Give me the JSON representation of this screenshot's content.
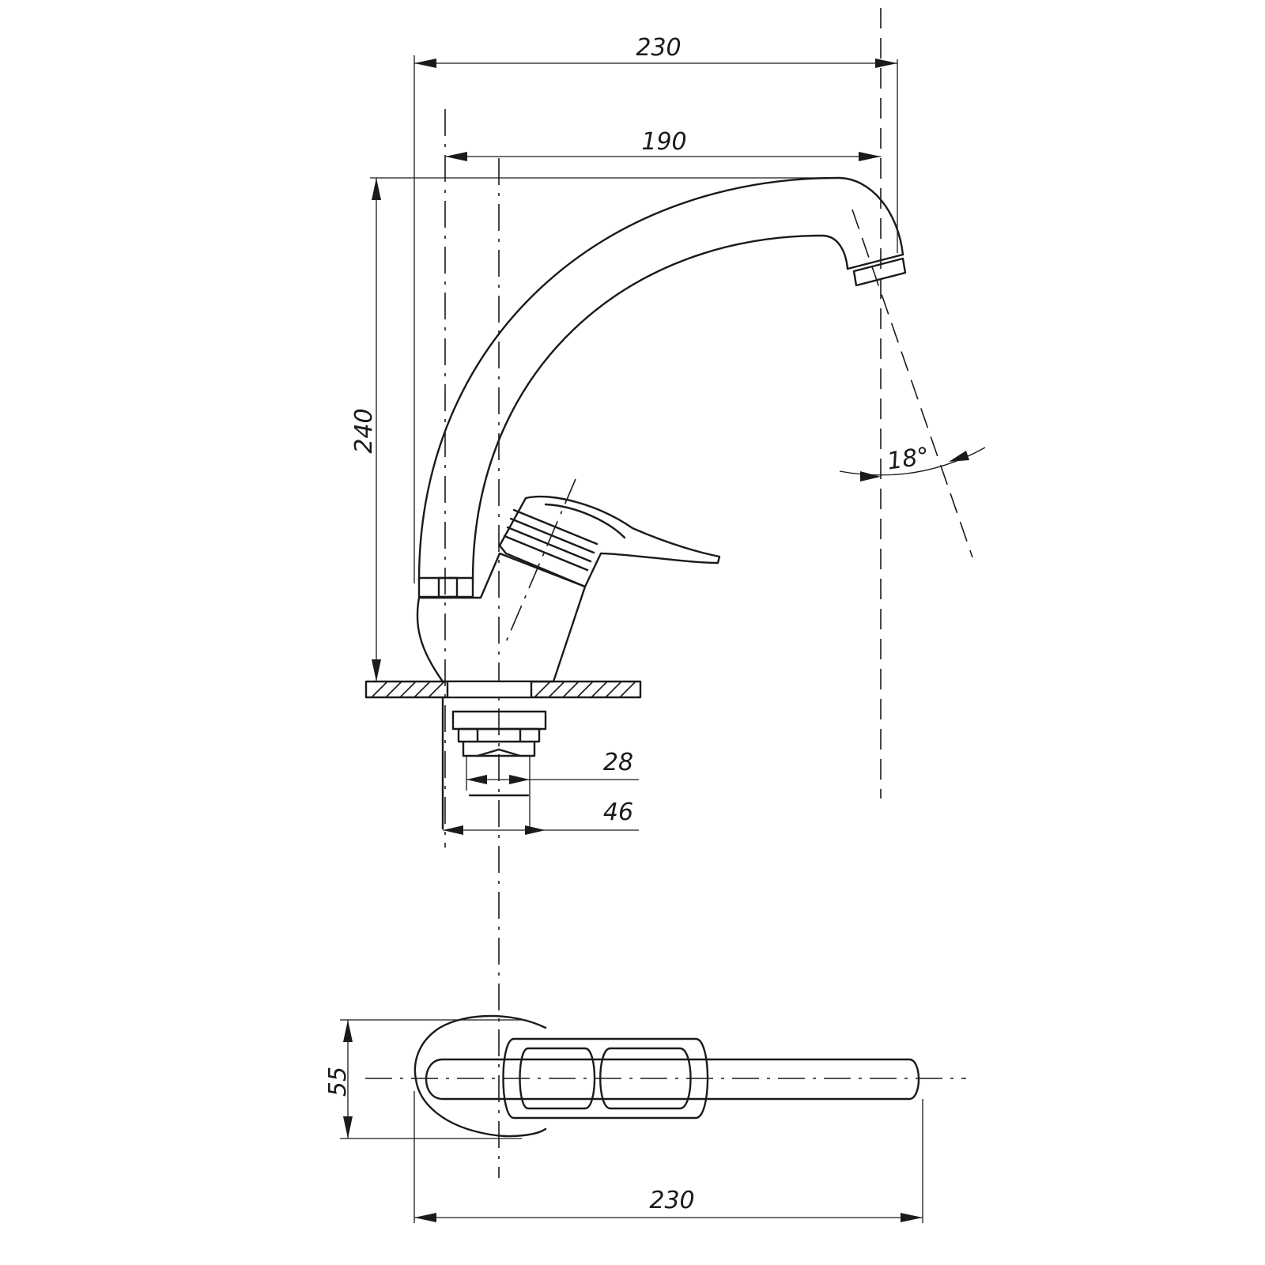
{
  "dimensions": {
    "top_width": "230",
    "spout_reach": "190",
    "height": "240",
    "spout_angle": "18°",
    "inner_diameter": "28",
    "outer_diameter": "46",
    "plan_depth": "55",
    "plan_width": "230"
  },
  "colors": {
    "line": "#1a1a1a",
    "background": "#ffffff"
  }
}
